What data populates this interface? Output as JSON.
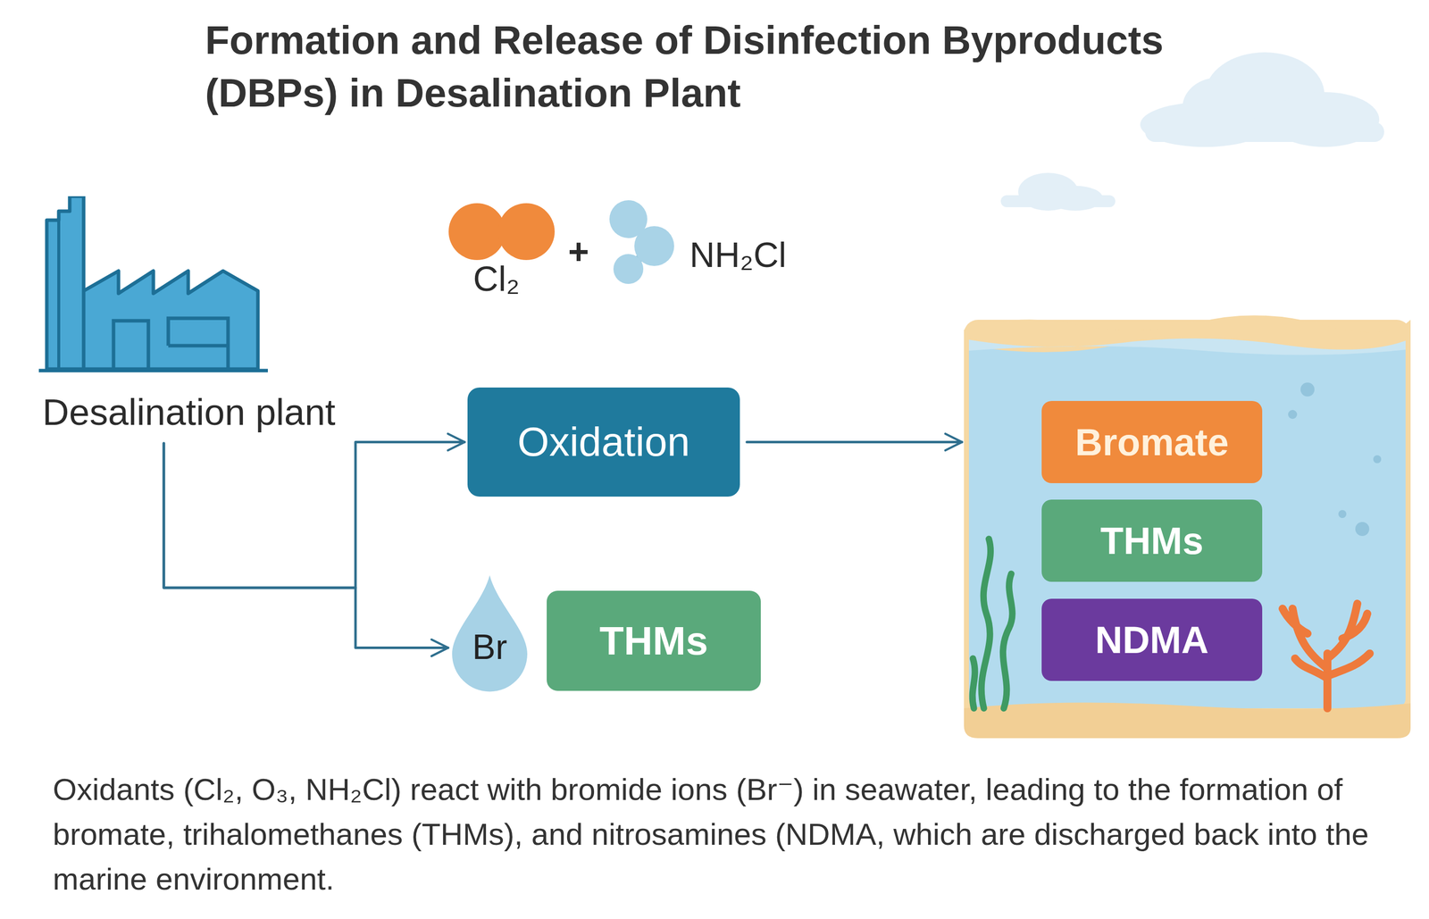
{
  "diagram": {
    "title": "Formation and Release of Disinfection Byproducts (DBPs) in Desalination Plant",
    "caption": "Oxidants (Cl₂, O₃, NH₂Cl) react with bromide ions (Br⁻) in seawater, leading to the formation of bromate, trihalomethanes (THMs), and nitrosamines (NDMA, which are discharged back into the marine environment.",
    "nodes": [
      {
        "text": [
          "Desalination plant"
        ]
      },
      {
        "text": [
          "Oxidation"
        ]
      },
      {
        "text": [
          "Br"
        ]
      },
      {
        "text": [
          "THMs"
        ]
      },
      {
        "text": []
      },
      {
        "text": [
          "Bromate"
        ],
        "in": 4
      },
      {
        "text": [
          "THMs"
        ],
        "in": 4
      },
      {
        "text": [
          "NDMA"
        ],
        "in": 4
      }
    ],
    "edges": [
      {
        "from": 0,
        "to": 1,
        "arrow": "to"
      },
      {
        "from": 0,
        "to": 2,
        "arrow": "to"
      },
      {
        "from": 1,
        "to": 4,
        "arrow": "to"
      }
    ],
    "labels": [
      "Cl₂",
      "+",
      "NH₂Cl"
    ]
  }
}
